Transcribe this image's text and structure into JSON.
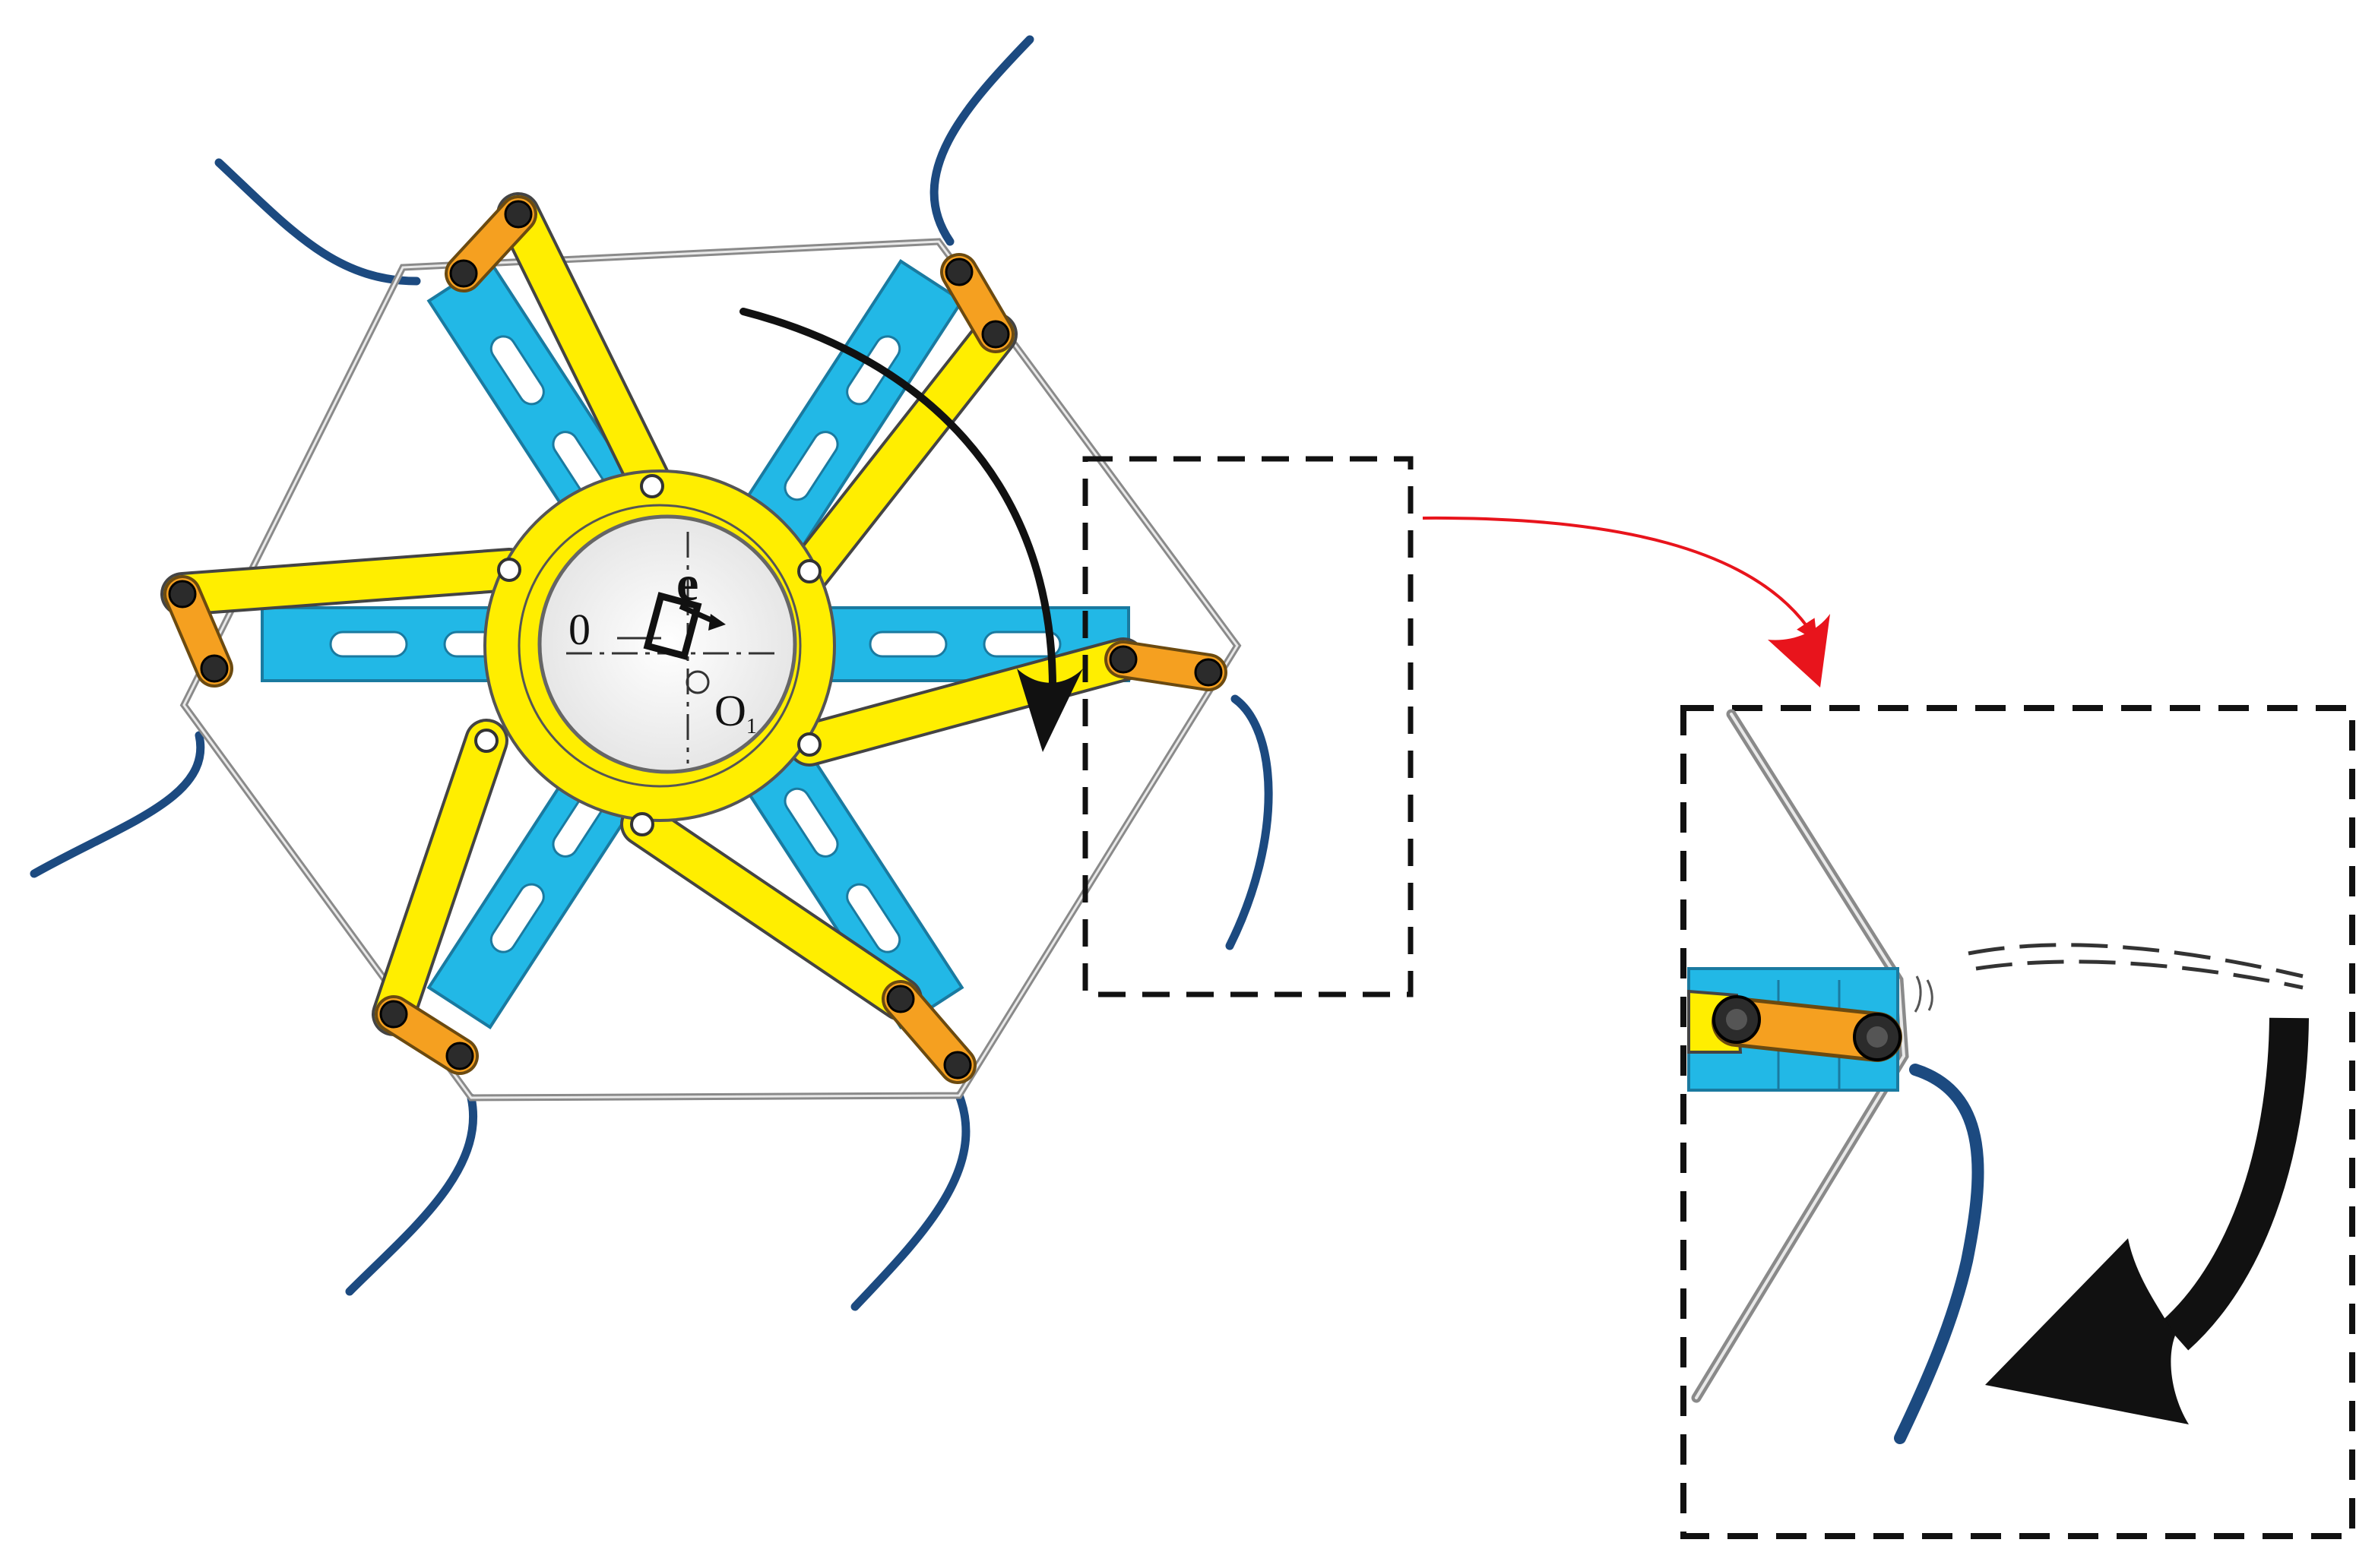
{
  "labels": {
    "center_o": "0",
    "eccentric_center": "O",
    "eccentric_subscript": "1",
    "eccentricity": "e"
  },
  "colors": {
    "blade_blue": "#22b8e6",
    "link_yellow": "#ffee00",
    "crank_orange": "#f5a020",
    "tine_navy": "#1c4a80",
    "frame_gray": "#8a8a8a",
    "arrow_red": "#e8141c",
    "ink": "#111111"
  },
  "icons": {
    "rotation_arrow": "curved-arrow-clockwise",
    "zoom_arrow": "curved-arrow-red",
    "tine_flick_arrow": "curved-arrow-bold"
  }
}
